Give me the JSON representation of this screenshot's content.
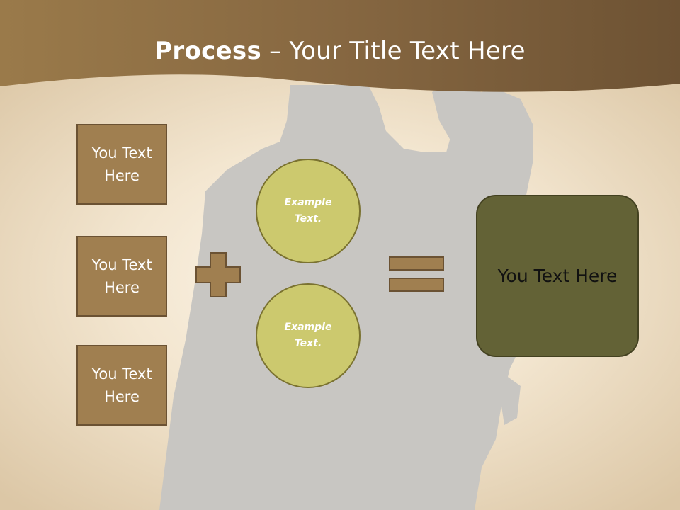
{
  "slide": {
    "title_bold": "Process",
    "title_rest": " – Your Title Text Here",
    "left_boxes": [
      {
        "label": "You Text Here"
      },
      {
        "label": "You Text Here"
      },
      {
        "label": "You Text Here"
      }
    ],
    "circles": [
      {
        "label": "Example Text."
      },
      {
        "label": "Example Text."
      }
    ],
    "result": {
      "label": "You Text Here"
    }
  },
  "colors": {
    "banner": "#8b6a3e",
    "box_fill": "#a07f50",
    "circle_fill": "#ccc96e",
    "result_fill": "#636236",
    "silhouette": "#c8c6c2"
  },
  "icons": {
    "operator_1": "plus-icon",
    "operator_2": "equals-icon",
    "background": "soldier-silhouette"
  }
}
